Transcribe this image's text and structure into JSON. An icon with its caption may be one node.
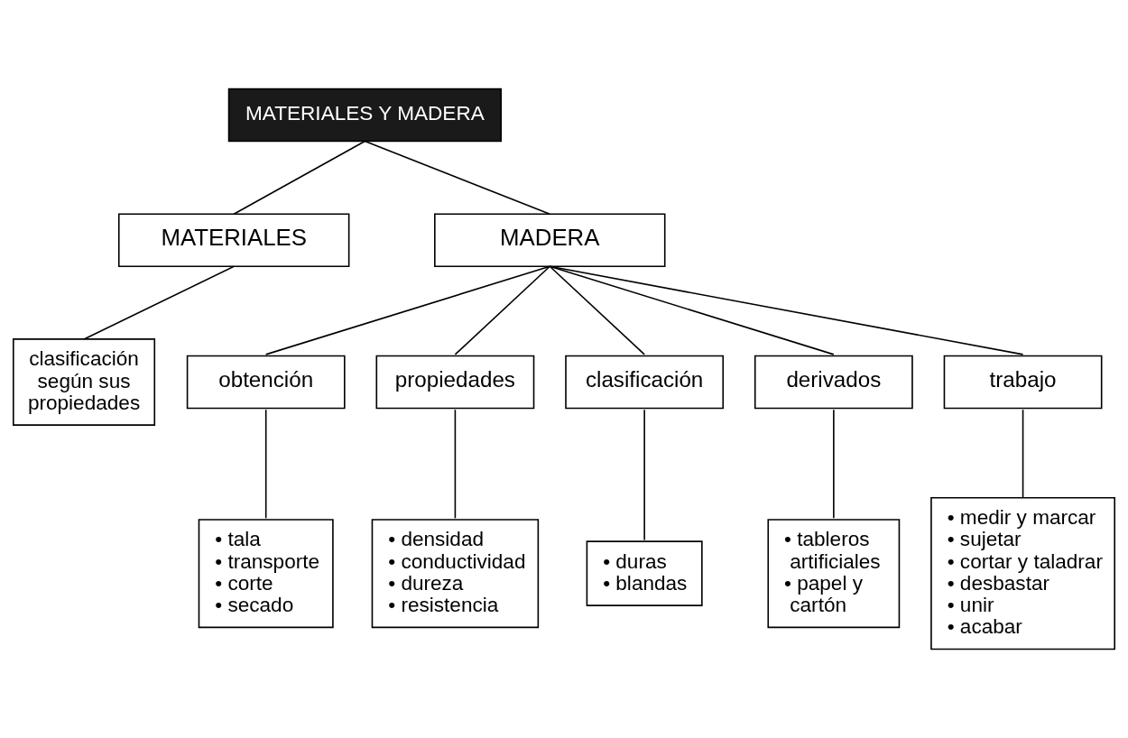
{
  "diagram": {
    "nodes": [
      {
        "text": [
          "MATERIALES Y MADERA"
        ]
      },
      {
        "text": [
          "MATERIALES"
        ]
      },
      {
        "text": [
          "MADERA"
        ]
      },
      {
        "text": [
          "clasificación según sus propiedades"
        ]
      },
      {
        "text": [
          "obtención"
        ]
      },
      {
        "text": [
          "propiedades"
        ]
      },
      {
        "text": [
          "clasificación"
        ]
      },
      {
        "text": [
          "derivados"
        ]
      },
      {
        "text": [
          "trabajo"
        ]
      },
      {
        "text": [
          "• tala",
          "• transporte",
          "• corte",
          "• secado"
        ]
      },
      {
        "text": [
          "• densidad",
          "• conductividad",
          "• dureza",
          "• resistencia"
        ]
      },
      {
        "text": [
          "• duras",
          "• blandas"
        ]
      },
      {
        "text": [
          "• tableros artificiales",
          "• papel y cartón"
        ]
      },
      {
        "text": [
          "• medir y marcar",
          "• sujetar",
          "• cortar y taladrar",
          "• desbastar",
          "• unir",
          "• acabar"
        ]
      }
    ],
    "edges": [
      {
        "from": 0,
        "to": 1,
        "arrow": "none"
      },
      {
        "from": 0,
        "to": 2,
        "arrow": "none"
      },
      {
        "from": 1,
        "to": 3,
        "arrow": "none"
      },
      {
        "from": 2,
        "to": 4,
        "arrow": "none"
      },
      {
        "from": 2,
        "to": 5,
        "arrow": "none"
      },
      {
        "from": 2,
        "to": 6,
        "arrow": "none"
      },
      {
        "from": 2,
        "to": 7,
        "arrow": "none"
      },
      {
        "from": 2,
        "to": 8,
        "arrow": "none"
      },
      {
        "from": 4,
        "to": 9,
        "arrow": "none"
      },
      {
        "from": 5,
        "to": 10,
        "arrow": "none"
      },
      {
        "from": 6,
        "to": 11,
        "arrow": "none"
      },
      {
        "from": 7,
        "to": 12,
        "arrow": "none"
      },
      {
        "from": 8,
        "to": 13,
        "arrow": "none"
      }
    ]
  }
}
